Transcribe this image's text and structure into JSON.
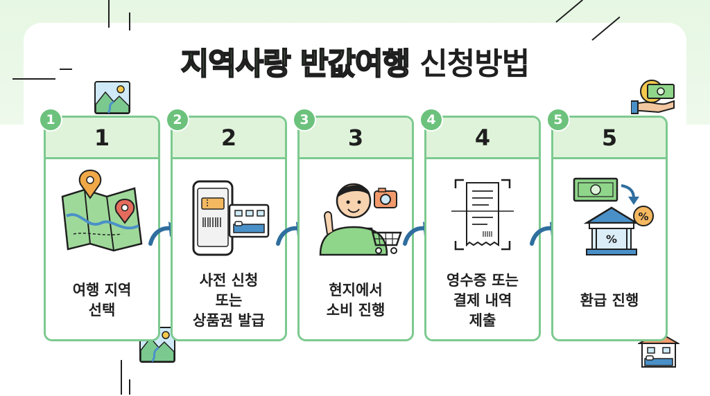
{
  "title": {
    "highlight": "지역사랑 반값여행",
    "rest": "신청방법"
  },
  "steps": [
    {
      "badge": "1",
      "number": "1",
      "label": "여행 지역\n선택",
      "icon": "map-pin-icon"
    },
    {
      "badge": "2",
      "number": "2",
      "label": "사전 신청\n또는\n상품권 발급",
      "icon": "smartphone-ticket-icon"
    },
    {
      "badge": "3",
      "number": "3",
      "label": "현지에서\n소비 진행",
      "icon": "shopper-with-cart-icon"
    },
    {
      "badge": "4",
      "number": "4",
      "label": "영수증 또는\n결제 내역\n제출",
      "icon": "receipt-scan-icon"
    },
    {
      "badge": "5",
      "number": "5",
      "label": "환급 진행",
      "icon": "refund-bank-icon"
    }
  ],
  "colors": {
    "accent_green": "#6cc27c",
    "border_green": "#7cc98f",
    "header_green": "#dff3da",
    "text_dark": "#1f1f1f",
    "arrow_blue": "#2f6e9e"
  },
  "decorations": [
    "landscape-icon",
    "cash-in-hand-icon",
    "hotel-bed-icon",
    "arrow-right-icon"
  ]
}
